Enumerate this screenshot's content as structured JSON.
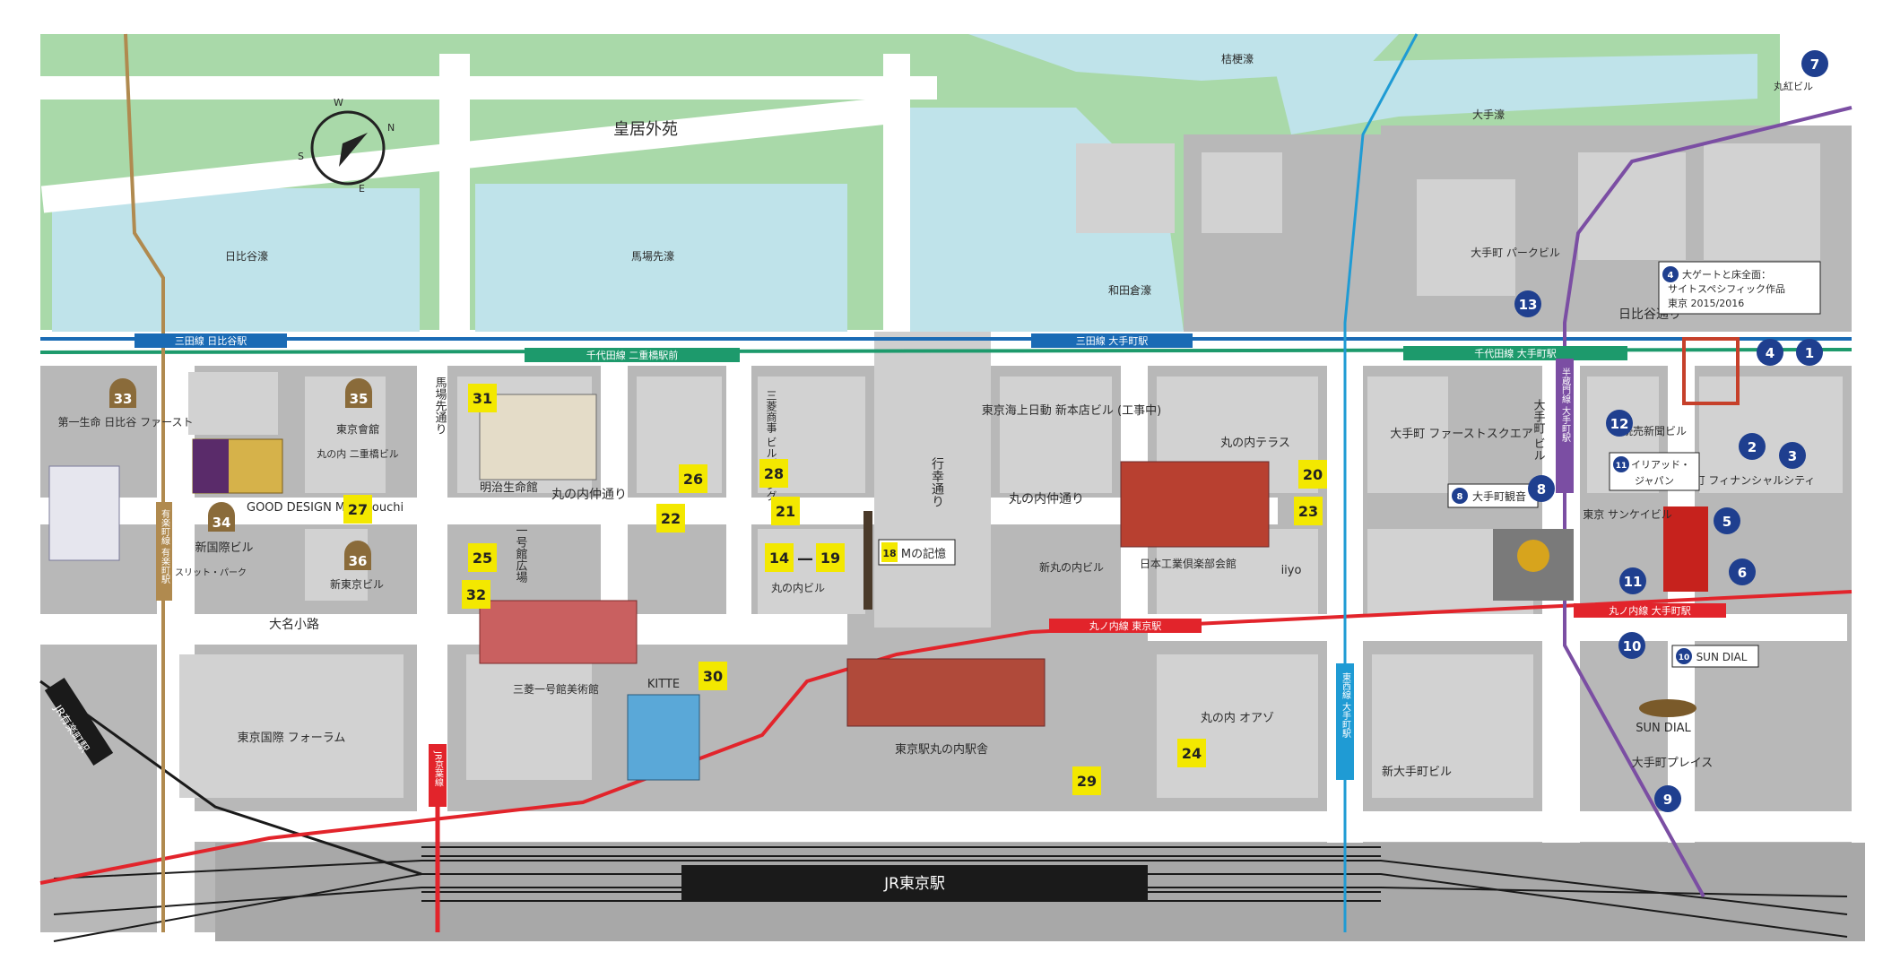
{
  "areas": {
    "kokyo_gaien": "皇居外苑",
    "kikyobori": "桔梗濠",
    "otebori": "大手濠",
    "hibiyabori": "日比谷濠",
    "babasakibori": "馬場先濠",
    "wadakurabori": "和田倉濠"
  },
  "compass": {
    "w": "W",
    "n": "N",
    "s": "S",
    "e": "E"
  },
  "rail_lines": {
    "mita_hibiya": "三田線 日比谷駅",
    "chiyoda_nijubashi": "千代田線 二重橋駅前",
    "mita_otemachi": "三田線 大手町駅",
    "chiyoda_otemachi": "千代田線 大手町駅",
    "marunouchi_tokyo": "丸ノ内線 東京駅",
    "marunouchi_otemachi": "丸ノ内線 大手町駅",
    "yurakucho_line": "有楽町線 有楽町駅",
    "hanzomon_otemachi": "半蔵門線 大手町駅",
    "tozai_otemachi": "東西線 大手町駅",
    "keiyo_line": "JR京葉線",
    "jr_yurakucho": "JR有楽町駅",
    "jr_tokyo": "JR東京駅"
  },
  "streets": {
    "hibiya_dori": "日比谷通り",
    "babasaki_dori": "馬場先通り",
    "naka_dori_1": "丸の内仲通り",
    "naka_dori_2": "丸の内仲通り",
    "gyoko_dori": "行幸通り",
    "daimyo_koji": "大名小路",
    "ichigokan_hiroba": "一号館広場",
    "slit_park": "スリット・パーク"
  },
  "buildings": {
    "dai_ichi": "第一生命 日比谷 ファースト",
    "tokyo_kaikan": "東京會舘",
    "marunouchi_nijubashi": "丸の内 二重橋ビル",
    "meiji_yasuda": "明治生命館",
    "mitsubishi_shoji": "三菱商事 ビルディング",
    "tokio_marine": "東京海上日動 新本店ビル (工事中)",
    "marunouchi_terrace": "丸の内テラス",
    "shin_kokusai": "新国際ビル",
    "shin_tokyo": "新東京ビル",
    "good_design": "GOOD DESIGN Marunouchi",
    "shin_marunouchi": "新丸の内ビル",
    "nihon_kogyo": "日本工業倶楽部会館",
    "iiyo": "iiyo",
    "marunouchi_bldg": "丸の内ビル",
    "mitsubishi_ichigokan": "三菱一号館美術館",
    "kitte": "KITTE",
    "tokyo_forum": "東京国際 フォーラム",
    "tokyo_station_bldg": "東京駅丸の内駅舎",
    "oazo": "丸の内 オアゾ",
    "otemachi_first": "大手町 ファーストスクエア",
    "otemachi_park": "大手町 パークビル",
    "otemachi_bldg": "大手町 ビル",
    "yomiuri": "読売新聞ビル",
    "financial_city": "大手町 フィナンシャルシティ",
    "sankei": "東京 サンケイビル",
    "shin_otemachi": "新大手町ビル",
    "otemachi_place": "大手町プレイス",
    "sun_dial_label": "SUN DIAL",
    "marubeni": "丸紅ビル"
  },
  "callouts": {
    "m_no_kioku": "Mの記憶",
    "m_no_kioku_num": "18",
    "otemachi_kannon": "大手町観音",
    "otemachi_kannon_num": "8",
    "iliad_line1": "イリアッド・",
    "iliad_line2": "ジャパン",
    "iliad_num": "11",
    "sun_dial": "SUN DIAL",
    "sun_dial_num": "10",
    "big_gate_line1": "大ゲートと床全面：",
    "big_gate_line2": "サイトスペシフィック作品",
    "big_gate_line3": "東京 2015/2016",
    "big_gate_num": "4"
  },
  "markers": {
    "yellow": [
      "31",
      "26",
      "28",
      "22",
      "21",
      "14",
      "19",
      "25",
      "32",
      "30",
      "27",
      "20",
      "23",
      "24",
      "29"
    ],
    "yellow_dash": "—",
    "brown": [
      "33",
      "35",
      "34",
      "36"
    ],
    "blue": [
      "7",
      "13",
      "4",
      "1",
      "12",
      "2",
      "3",
      "8",
      "5",
      "11",
      "6",
      "10",
      "9"
    ]
  },
  "colors": {
    "water": "#bfe3ea",
    "park": "#a9d9a9",
    "road": "#ffffff",
    "block": "#bdbdbd",
    "marker_yellow": "#f3e800",
    "marker_blue": "#1f3f8f",
    "marker_brown": "#8a6b3a",
    "line_mita": "#1a6bb5",
    "line_chiyoda": "#1d9a6c",
    "line_marunouchi": "#e2242b",
    "line_hanzomon": "#7b4ea3",
    "line_yurakucho": "#b08a4f",
    "line_tozai": "#1f9bd4"
  }
}
